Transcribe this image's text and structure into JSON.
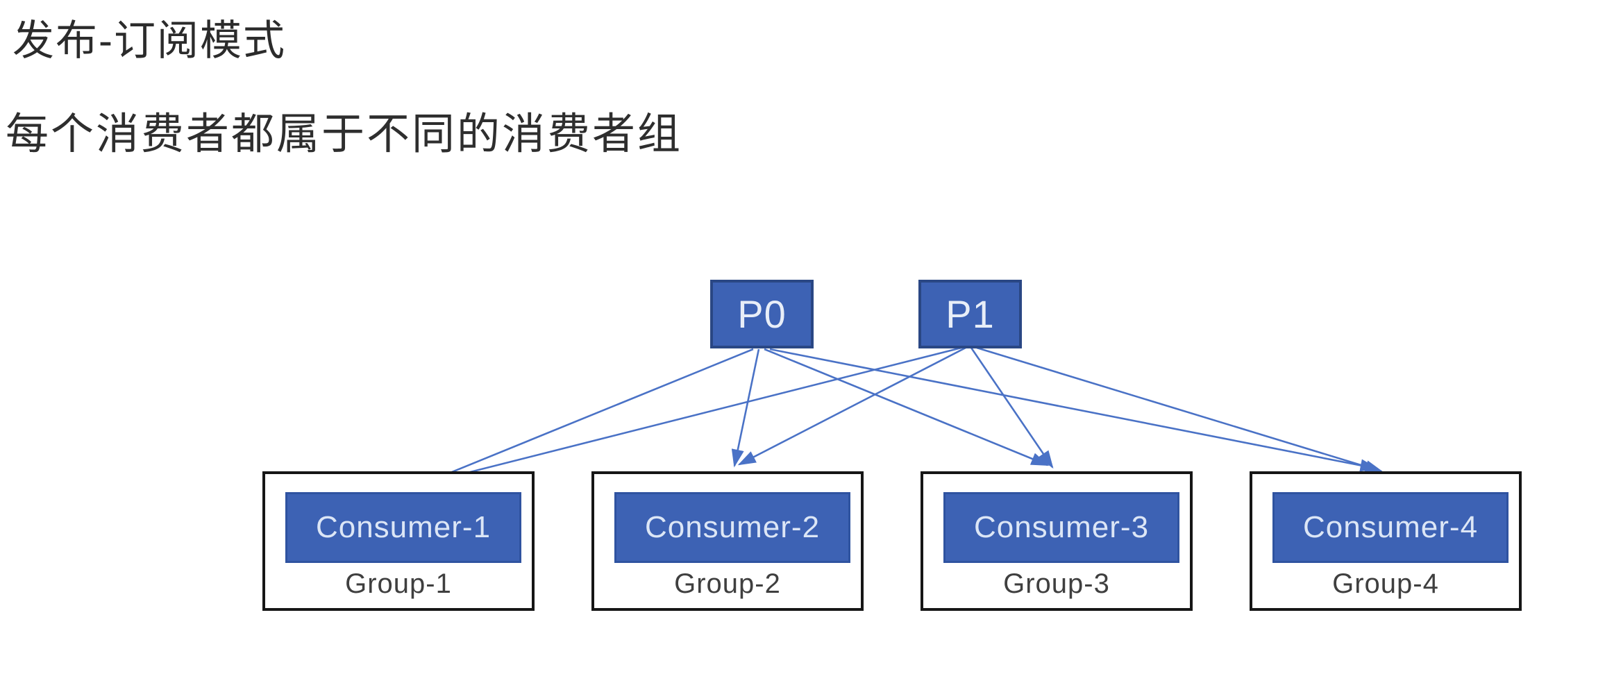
{
  "title": "发布-订阅模式",
  "subtitle": "每个消费者都属于不同的消费者组",
  "diagram": {
    "producers": [
      {
        "label": "P0"
      },
      {
        "label": "P1"
      }
    ],
    "groups": [
      {
        "consumer": "Consumer-1",
        "group": "Group-1"
      },
      {
        "consumer": "Consumer-2",
        "group": "Group-2"
      },
      {
        "consumer": "Consumer-3",
        "group": "Group-3"
      },
      {
        "consumer": "Consumer-4",
        "group": "Group-4"
      }
    ],
    "edges": [
      {
        "from": "P0",
        "to": "Consumer-1"
      },
      {
        "from": "P0",
        "to": "Consumer-2"
      },
      {
        "from": "P0",
        "to": "Consumer-3"
      },
      {
        "from": "P0",
        "to": "Consumer-4"
      },
      {
        "from": "P1",
        "to": "Consumer-1"
      },
      {
        "from": "P1",
        "to": "Consumer-2"
      },
      {
        "from": "P1",
        "to": "Consumer-3"
      },
      {
        "from": "P1",
        "to": "Consumer-4"
      }
    ],
    "colors": {
      "node_fill": "#3d62b4",
      "node_border": "#2a4784",
      "group_border": "#161616",
      "arrow": "#4a72c6",
      "node_text": "#e2eaf6",
      "group_label_text": "#3f3f3f",
      "heading_text": "#2b2b2b",
      "background": "#ffffff"
    }
  }
}
